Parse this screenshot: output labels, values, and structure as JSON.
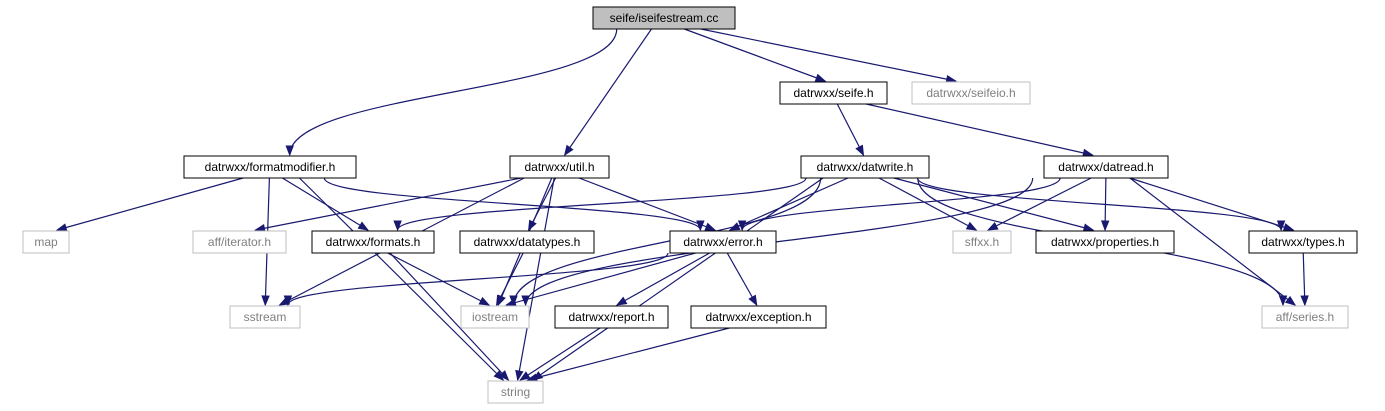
{
  "graph": {
    "root": "seife/iseifestream.cc",
    "nodes": [
      {
        "id": "root",
        "label": "seife/iseifestream.cc",
        "kind": "root"
      },
      {
        "id": "seife",
        "label": "datrwxx/seife.h",
        "kind": "doc"
      },
      {
        "id": "seifeio",
        "label": "datrwxx/seifeio.h",
        "kind": "ext"
      },
      {
        "id": "fmtmod",
        "label": "datrwxx/formatmodifier.h",
        "kind": "doc"
      },
      {
        "id": "util",
        "label": "datrwxx/util.h",
        "kind": "doc"
      },
      {
        "id": "datwrite",
        "label": "datrwxx/datwrite.h",
        "kind": "doc"
      },
      {
        "id": "datread",
        "label": "datrwxx/datread.h",
        "kind": "doc"
      },
      {
        "id": "map",
        "label": "map",
        "kind": "ext"
      },
      {
        "id": "iterator",
        "label": "aff/iterator.h",
        "kind": "ext"
      },
      {
        "id": "formats",
        "label": "datrwxx/formats.h",
        "kind": "doc"
      },
      {
        "id": "datatypes",
        "label": "datrwxx/datatypes.h",
        "kind": "doc"
      },
      {
        "id": "error",
        "label": "datrwxx/error.h",
        "kind": "doc"
      },
      {
        "id": "sffxx",
        "label": "sffxx.h",
        "kind": "ext"
      },
      {
        "id": "props",
        "label": "datrwxx/properties.h",
        "kind": "doc"
      },
      {
        "id": "types",
        "label": "datrwxx/types.h",
        "kind": "doc"
      },
      {
        "id": "sstream",
        "label": "sstream",
        "kind": "ext"
      },
      {
        "id": "iostream",
        "label": "iostream",
        "kind": "ext"
      },
      {
        "id": "report",
        "label": "datrwxx/report.h",
        "kind": "doc"
      },
      {
        "id": "exception",
        "label": "datrwxx/exception.h",
        "kind": "doc"
      },
      {
        "id": "series",
        "label": "aff/series.h",
        "kind": "ext"
      },
      {
        "id": "string",
        "label": "string",
        "kind": "ext"
      }
    ],
    "edges": [
      [
        "root",
        "seife"
      ],
      [
        "root",
        "seifeio"
      ],
      [
        "root",
        "fmtmod"
      ],
      [
        "root",
        "util"
      ],
      [
        "seife",
        "datwrite"
      ],
      [
        "seife",
        "datread"
      ],
      [
        "fmtmod",
        "map"
      ],
      [
        "fmtmod",
        "formats"
      ],
      [
        "fmtmod",
        "error"
      ],
      [
        "fmtmod",
        "sstream"
      ],
      [
        "fmtmod",
        "string"
      ],
      [
        "util",
        "iterator"
      ],
      [
        "util",
        "datatypes"
      ],
      [
        "util",
        "error"
      ],
      [
        "util",
        "iostream"
      ],
      [
        "util",
        "sstream"
      ],
      [
        "util",
        "string"
      ],
      [
        "datwrite",
        "formats"
      ],
      [
        "datwrite",
        "error"
      ],
      [
        "datwrite",
        "sffxx"
      ],
      [
        "datwrite",
        "props"
      ],
      [
        "datwrite",
        "types"
      ],
      [
        "datwrite",
        "iostream"
      ],
      [
        "datwrite",
        "series"
      ],
      [
        "datwrite",
        "string"
      ],
      [
        "datread",
        "error"
      ],
      [
        "datread",
        "sffxx"
      ],
      [
        "datread",
        "props"
      ],
      [
        "datread",
        "types"
      ],
      [
        "datread",
        "series"
      ],
      [
        "datread",
        "iostream"
      ],
      [
        "formats",
        "iostream"
      ],
      [
        "formats",
        "string"
      ],
      [
        "datatypes",
        "iostream"
      ],
      [
        "error",
        "sstream"
      ],
      [
        "error",
        "iostream"
      ],
      [
        "error",
        "report"
      ],
      [
        "error",
        "exception"
      ],
      [
        "types",
        "series"
      ],
      [
        "report",
        "string"
      ],
      [
        "exception",
        "string"
      ]
    ]
  },
  "colors": {
    "edge": "#191970",
    "root_fill": "#bfbfbf",
    "ext_border": "#bfbfbf",
    "ext_text": "#7f7f7f"
  }
}
